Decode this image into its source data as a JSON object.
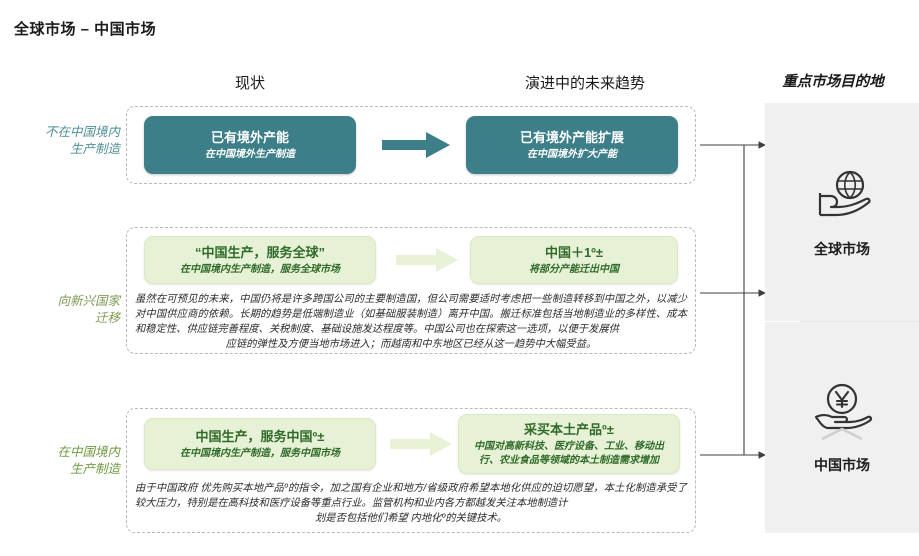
{
  "page": {
    "title": "全球市场 – 中国市场"
  },
  "columns": [
    {
      "id": "current",
      "label": "现状"
    },
    {
      "id": "future",
      "label": "演进中的未来趋势"
    },
    {
      "id": "destination",
      "label": "重点市场目的地"
    }
  ],
  "rows": [
    {
      "id": "offshore",
      "side_label": "不在中国境内\n生产制造",
      "side_label_line1": "不在中国境内",
      "side_label_line2": "生产制造",
      "accent": "#4d8e96",
      "style": "teal",
      "current": {
        "title": "已有境外产能",
        "subtitle": "在中国境外生产制造"
      },
      "future": {
        "title": "已有境外产能扩展",
        "subtitle": "在中国境外扩大产能"
      },
      "note": ""
    },
    {
      "id": "emerging",
      "side_label_line1": "向新兴国家",
      "side_label_line2": "迁移",
      "accent": "#7e9b52",
      "style": "green",
      "current": {
        "title": "“中国生产，服务全球”",
        "subtitle": "在中国境内生产制造，服务全球市场"
      },
      "future": {
        "title": "中国＋1º±",
        "subtitle": "将部分产能迁出中国"
      },
      "note_main": "虽然在可预见的未来，中国仍将是许多跨国公司的主要制造国，但公司需要适时考虑把一些制造转移到中国之外，以减少对中国供应商的依赖。长期的趋势是低端制造业（如基础服装制造）离开中国。搬迁标准包括当地制造业的多样性、成本和稳定性、供应链完善程度、关税制度、基础设施发达程度等。中国公司也在探索这一选项，以便于发展供",
      "note_last": "应链的弹性及方便当地市场进入；而越南和中东地区已经从这一趋势中大幅受益。"
    },
    {
      "id": "inchina",
      "side_label_line1": "在中国境内",
      "side_label_line2": "生产制造",
      "accent": "#6f9a3f",
      "style": "green",
      "current": {
        "title": "中国生产，服务中国º±",
        "subtitle": "在中国境内生产制造，服务中国市场"
      },
      "future": {
        "title": "采买本土产品º±",
        "subtitle": "中国对高新科技、医疗设备、工业、移动出行、农业食品等领域的本土制造需求增加"
      },
      "note_main": "由于中国政府  优先购买本地产品º的指令，加之国有企业和地方/省级政府希望本地化供应的迫切愿望，本土化制造承受了较大压力，特别是在高科技和医疗设备等重点行业。监管机构和业内各方都越发关注本地制造计",
      "note_last": "划是否包括他们希望  内地化º的关键技术。"
    }
  ],
  "destinations": [
    {
      "id": "global",
      "label": "全球市场",
      "icon": "globe-in-hand-icon"
    },
    {
      "id": "china",
      "label": "中国市场",
      "icon": "yuan-coin-in-hand-icon"
    }
  ],
  "colors": {
    "teal": "#3c7f89",
    "pale_green": "#e7f1d5",
    "green_text": "#2f6b2a",
    "panel_gray": "#f0f0f0",
    "dashed_border": "#b9b9b9"
  },
  "icons": {
    "arrow_teal": "arrow-right-teal-icon",
    "arrow_green": "arrow-right-green-icon",
    "connector": "connector-arrow-icon"
  }
}
